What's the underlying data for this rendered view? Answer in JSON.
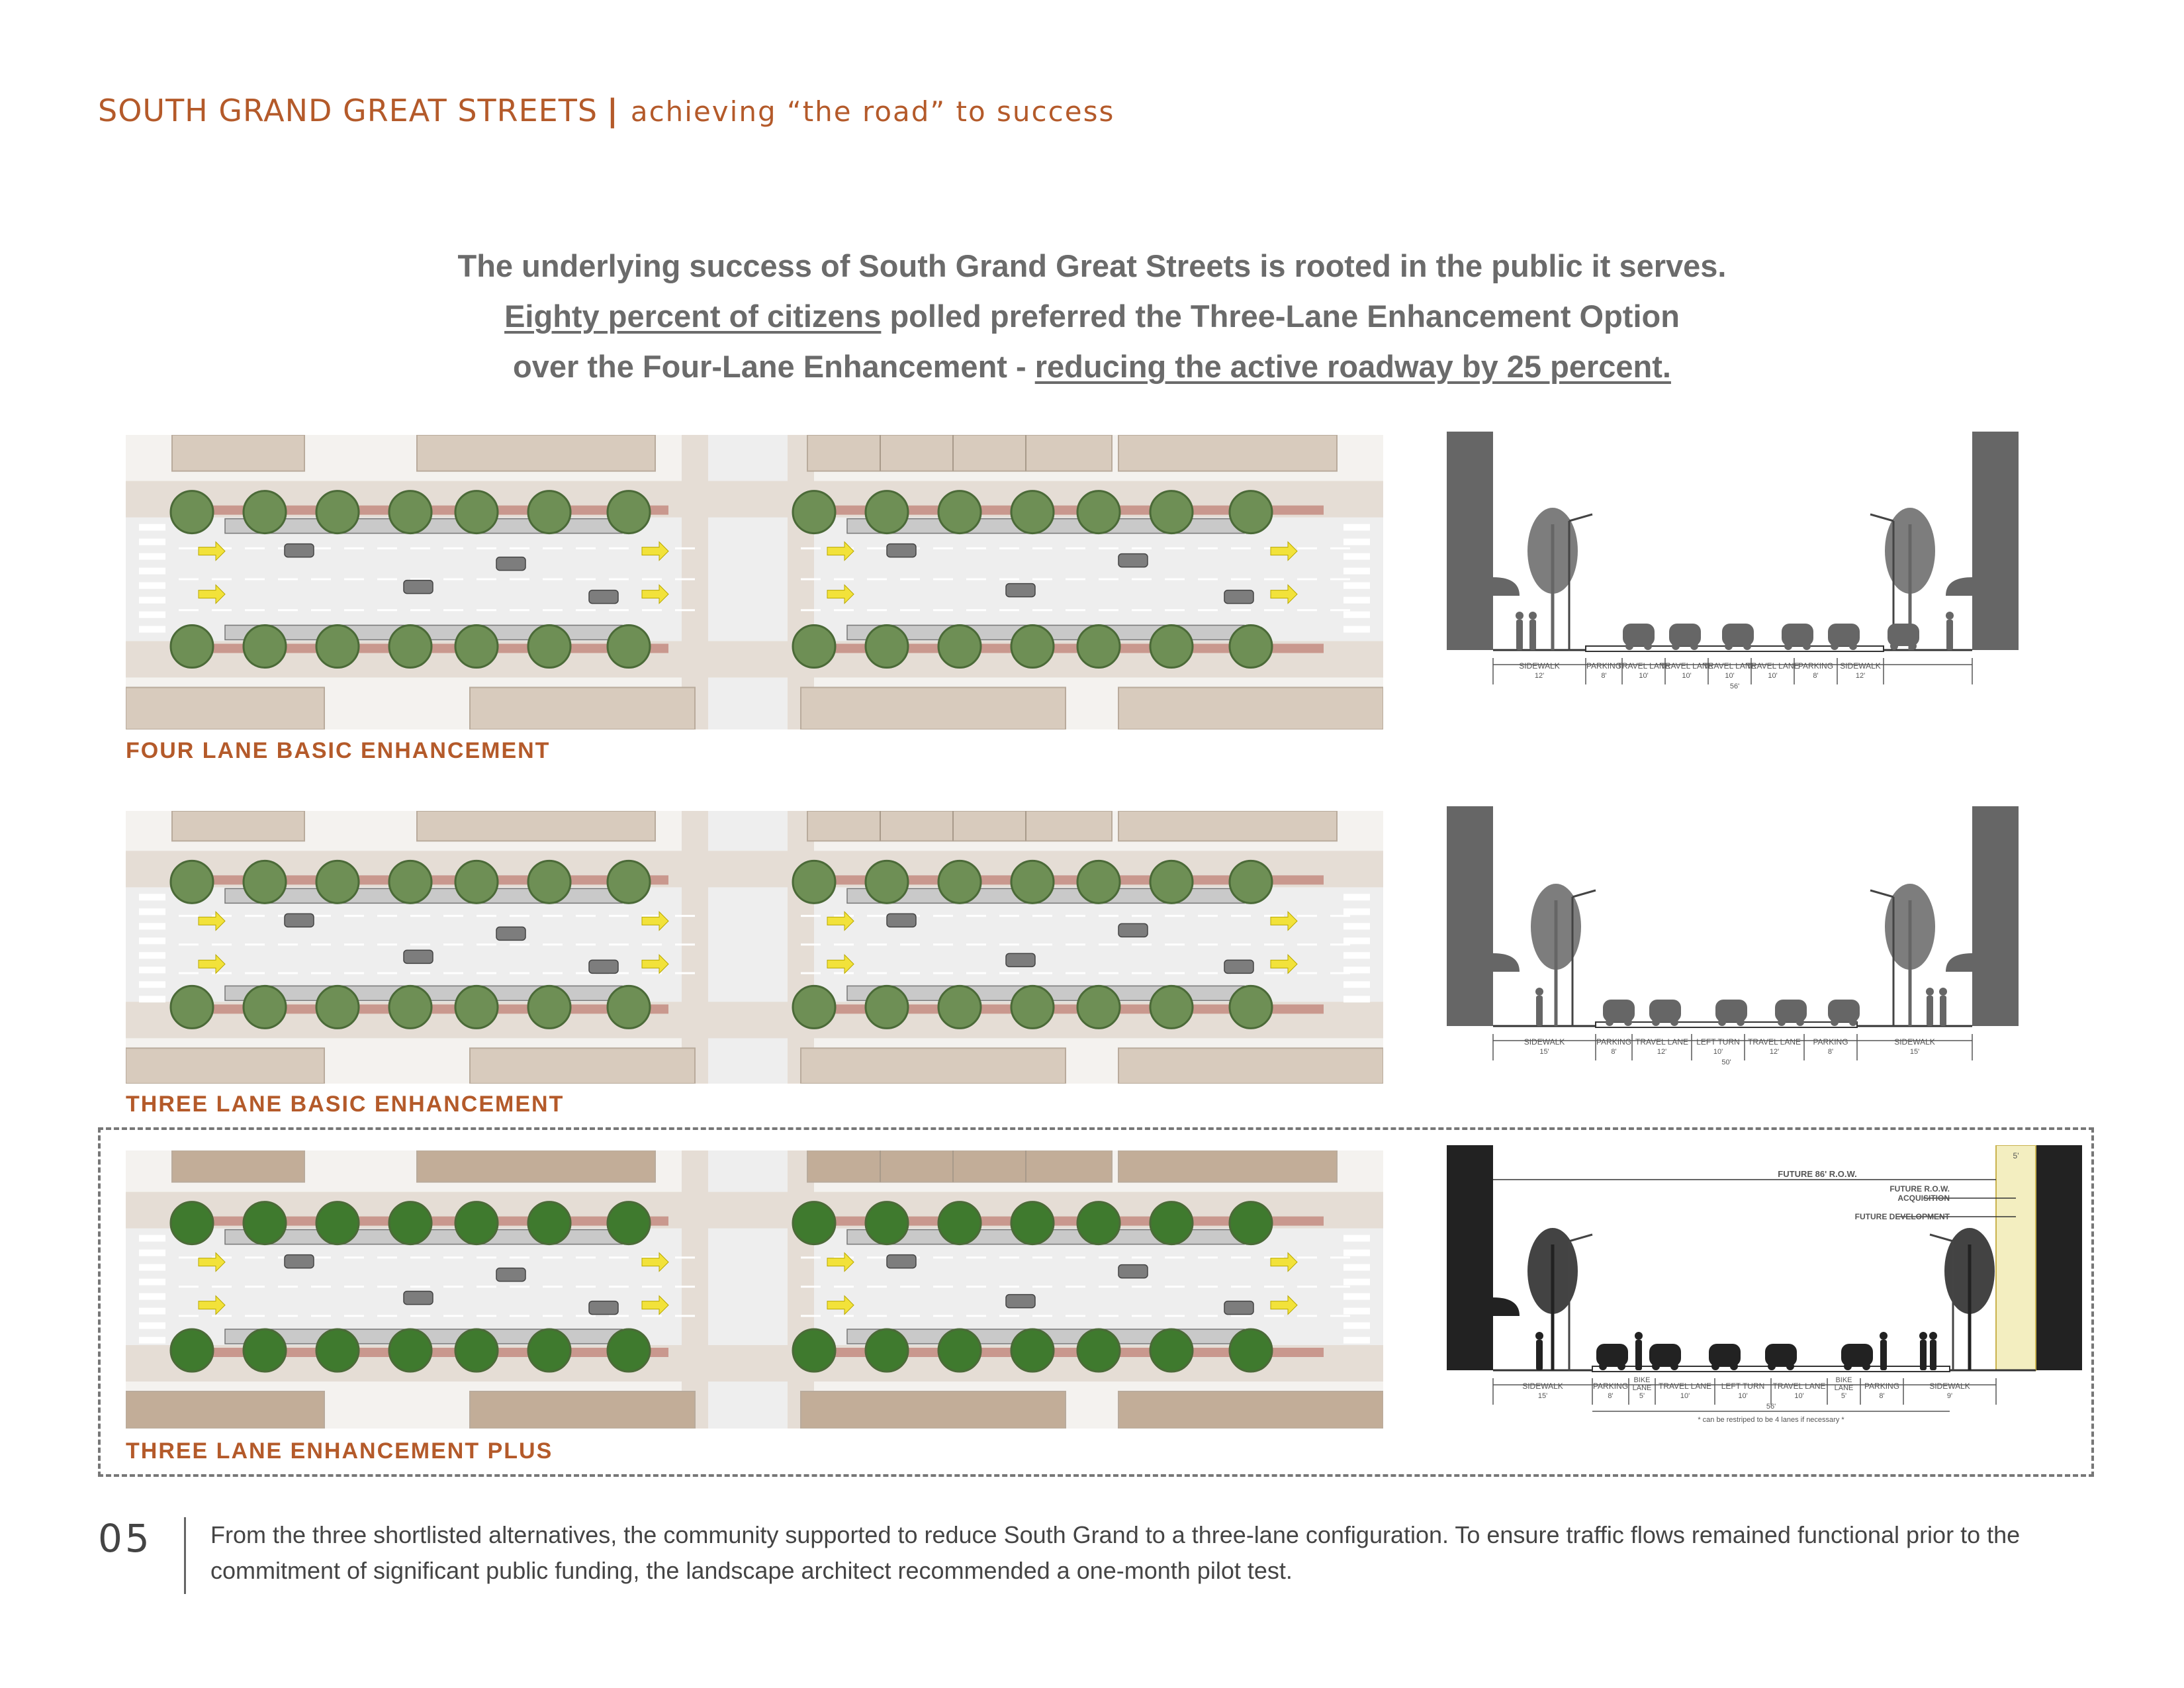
{
  "header": {
    "title": "SOUTH GRAND GREAT STREETS",
    "separator": "|",
    "subtitle": "achieving “the road” to success"
  },
  "intro": {
    "line1": "The underlying success of South Grand Great Streets is rooted in the public it serves.",
    "line2_link": "Eighty percent of citizens",
    "line2_rest": "polled preferred the Three-Lane Enhancement Option",
    "line3_start": "over the Four-Lane Enhancement -",
    "line3_link": "reducing the active roadway by 25 percent."
  },
  "options": [
    {
      "label": "FOUR LANE BASIC ENHANCEMENT",
      "section": {
        "lanes": [
          {
            "name": "SIDEWALK",
            "width": "12'"
          },
          {
            "name": "PARKING",
            "width": "8'"
          },
          {
            "name": "TRAVEL LANE",
            "width": "10'"
          },
          {
            "name": "TRAVEL LANE",
            "width": "10'"
          },
          {
            "name": "TRAVEL LANE",
            "width": "10'"
          },
          {
            "name": "TRAVEL LANE",
            "width": "10'"
          },
          {
            "name": "PARKING",
            "width": "8'"
          },
          {
            "name": "SIDEWALK",
            "width": "12'"
          }
        ],
        "total": "56'"
      }
    },
    {
      "label": "THREE LANE BASIC ENHANCEMENT",
      "section": {
        "lanes": [
          {
            "name": "SIDEWALK",
            "width": "15'"
          },
          {
            "name": "PARKING",
            "width": "8'"
          },
          {
            "name": "TRAVEL LANE",
            "width": "12'"
          },
          {
            "name": "LEFT TURN",
            "width": "10'"
          },
          {
            "name": "TRAVEL LANE",
            "width": "12'"
          },
          {
            "name": "PARKING",
            "width": "8'"
          },
          {
            "name": "SIDEWALK",
            "width": "15'"
          }
        ],
        "total": "50'"
      }
    },
    {
      "label": "THREE LANE ENHANCEMENT PLUS",
      "section": {
        "lanes": [
          {
            "name": "SIDEWALK",
            "width": "15'"
          },
          {
            "name": "PARKING",
            "width": "8'"
          },
          {
            "name": "BIKE LANE",
            "width": "5'"
          },
          {
            "name": "TRAVEL LANE",
            "width": "10'"
          },
          {
            "name": "LEFT TURN",
            "width": "10'"
          },
          {
            "name": "TRAVEL LANE",
            "width": "10'"
          },
          {
            "name": "BIKE LANE",
            "width": "5'"
          },
          {
            "name": "PARKING",
            "width": "8'"
          },
          {
            "name": "SIDEWALK",
            "width": "9'"
          }
        ],
        "total": "56'",
        "note": "* can be restriped to be 4 lanes if necessary *",
        "callouts": {
          "row": "FUTURE 86' R.O.W.",
          "acq1": "FUTURE R.O.W.",
          "acq2": "ACQUISITION",
          "dev": "FUTURE DEVELOPMENT",
          "dim": "5'"
        }
      }
    }
  ],
  "footer": {
    "page_number": "05",
    "caption": "From the three shortlisted alternatives, the community supported to reduce South Grand to a three-lane configuration. To ensure traffic flows remained functional prior to the commitment of significant public funding, the landscape architect recommended a one-month pilot test."
  },
  "colors": {
    "accent": "#b45a2a",
    "building": "#d8cbbd",
    "building_plus": "#c2ad98",
    "sidewalk": "#e5ddd5",
    "road": "#eeeeee",
    "tree": "#6e8f55",
    "marking": "#f2e23a",
    "silhouette": "#666666",
    "silhouette_plus": "#222222"
  }
}
